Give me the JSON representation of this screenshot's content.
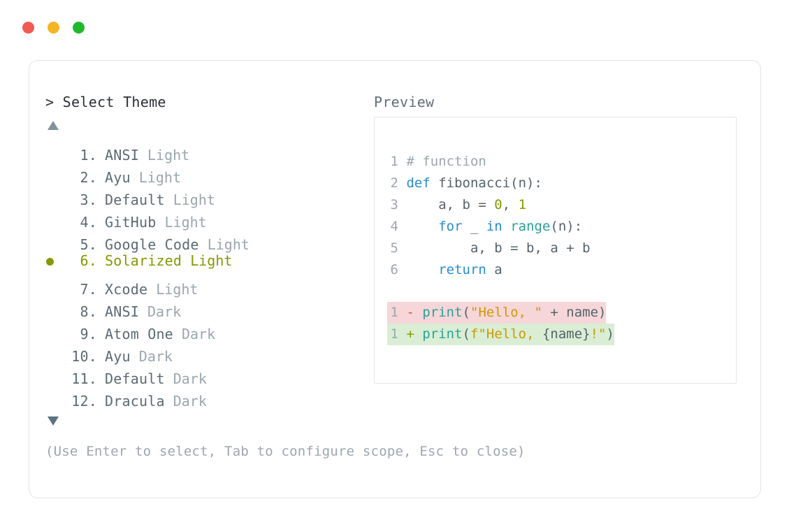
{
  "window": {
    "traffic_lights": [
      {
        "name": "close-button",
        "color": "#f15a52"
      },
      {
        "name": "minimize-button",
        "color": "#f4b526"
      },
      {
        "name": "maximize-button",
        "color": "#22b82e"
      }
    ]
  },
  "selector": {
    "prompt_symbol": ">",
    "title": "> Select Theme",
    "scroll_up_icon": "triangle-up",
    "scroll_down_icon": "triangle-down",
    "selected_index": 6,
    "selected_color": "#849900",
    "items": [
      {
        "number": "1.",
        "name": "ANSI",
        "variant": "Light",
        "selected": false
      },
      {
        "number": "2.",
        "name": "Ayu",
        "variant": "Light",
        "selected": false
      },
      {
        "number": "3.",
        "name": "Default",
        "variant": "Light",
        "selected": false
      },
      {
        "number": "4.",
        "name": "GitHub",
        "variant": "Light",
        "selected": false
      },
      {
        "number": "5.",
        "name": "Google Code",
        "variant": "Light",
        "selected": false
      },
      {
        "number": "6.",
        "name": "Solarized",
        "variant": "Light",
        "selected": true
      },
      {
        "number": "7.",
        "name": "Xcode",
        "variant": "Light",
        "selected": false
      },
      {
        "number": "8.",
        "name": "ANSI",
        "variant": "Dark",
        "selected": false
      },
      {
        "number": "9.",
        "name": "Atom One",
        "variant": "Dark",
        "selected": false
      },
      {
        "number": "10.",
        "name": "Ayu",
        "variant": "Dark",
        "selected": false
      },
      {
        "number": "11.",
        "name": "Default",
        "variant": "Dark",
        "selected": false
      },
      {
        "number": "12.",
        "name": "Dracula",
        "variant": "Dark",
        "selected": false
      }
    ]
  },
  "preview": {
    "title": "Preview",
    "code_lines": [
      {
        "gutter": "1",
        "tokens": [
          {
            "t": " # function",
            "c": "cmt"
          }
        ]
      },
      {
        "gutter": "2",
        "tokens": [
          {
            "t": " ",
            "c": "plain"
          },
          {
            "t": "def",
            "c": "kw"
          },
          {
            "t": " fibonacci(n):",
            "c": "plain"
          }
        ]
      },
      {
        "gutter": "3",
        "tokens": [
          {
            "t": "     a, b = ",
            "c": "plain"
          },
          {
            "t": "0",
            "c": "num"
          },
          {
            "t": ", ",
            "c": "plain"
          },
          {
            "t": "1",
            "c": "num"
          }
        ]
      },
      {
        "gutter": "4",
        "tokens": [
          {
            "t": "     ",
            "c": "plain"
          },
          {
            "t": "for",
            "c": "kw"
          },
          {
            "t": " _ ",
            "c": "plain"
          },
          {
            "t": "in",
            "c": "kw"
          },
          {
            "t": " ",
            "c": "plain"
          },
          {
            "t": "range",
            "c": "fn"
          },
          {
            "t": "(n):",
            "c": "plain"
          }
        ]
      },
      {
        "gutter": "5",
        "tokens": [
          {
            "t": "         a, b = b, a + b",
            "c": "plain"
          }
        ]
      },
      {
        "gutter": "6",
        "tokens": [
          {
            "t": "     ",
            "c": "plain"
          },
          {
            "t": "return",
            "c": "kw"
          },
          {
            "t": " a",
            "c": "plain"
          }
        ]
      }
    ],
    "diff_lines": [
      {
        "gutter": "1",
        "kind": "minus",
        "sign": "-",
        "tokens": [
          {
            "t": " ",
            "c": "plain"
          },
          {
            "t": "print",
            "c": "fn"
          },
          {
            "t": "(",
            "c": "plain"
          },
          {
            "t": "\"Hello, \"",
            "c": "str"
          },
          {
            "t": " + name)",
            "c": "plain"
          }
        ]
      },
      {
        "gutter": "1",
        "kind": "plus",
        "sign": "+",
        "tokens": [
          {
            "t": " ",
            "c": "plain"
          },
          {
            "t": "print",
            "c": "fn"
          },
          {
            "t": "(",
            "c": "plain"
          },
          {
            "t": "f\"Hello, ",
            "c": "str"
          },
          {
            "t": "{name}",
            "c": "plain"
          },
          {
            "t": "!\"",
            "c": "str"
          },
          {
            "t": ")",
            "c": "plain"
          }
        ]
      }
    ]
  },
  "footer": {
    "hint": "(Use Enter to select, Tab to configure scope, Esc to close)"
  }
}
